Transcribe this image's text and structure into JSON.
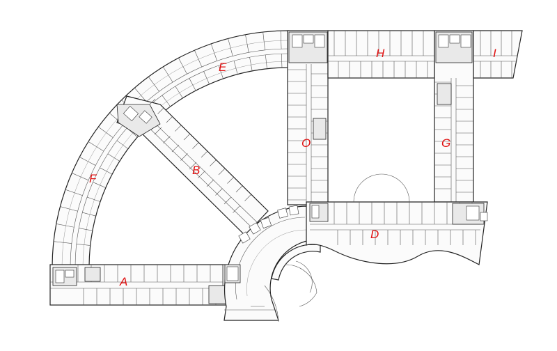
{
  "wings": [
    {
      "id": "A",
      "label": "A"
    },
    {
      "id": "B",
      "label": "B"
    },
    {
      "id": "D",
      "label": "D"
    },
    {
      "id": "E",
      "label": "E"
    },
    {
      "id": "F",
      "label": "F"
    },
    {
      "id": "G",
      "label": "G"
    },
    {
      "id": "H",
      "label": "H"
    },
    {
      "id": "I",
      "label": "I"
    },
    {
      "id": "O",
      "label": "O"
    }
  ],
  "colors": {
    "label": "#e01010",
    "walls": "#222222"
  }
}
